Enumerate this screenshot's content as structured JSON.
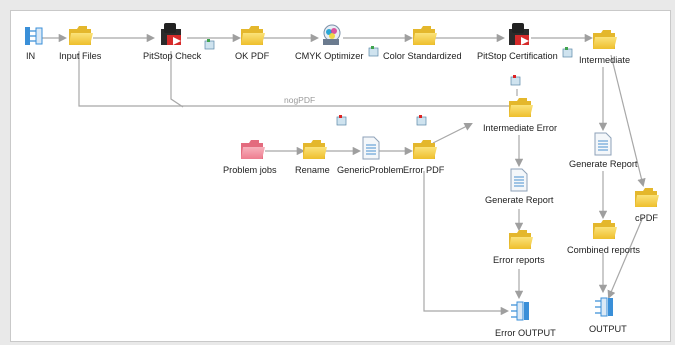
{
  "workflow": {
    "nodes": {
      "in": {
        "label": "IN",
        "icon": "network-input-icon"
      },
      "input_files": {
        "label": "Input Files",
        "icon": "folder-icon"
      },
      "pitstop_check": {
        "label": "PitStop Check",
        "icon": "pitstop-app-icon"
      },
      "ok_pdf": {
        "label": "OK PDF",
        "icon": "folder-icon"
      },
      "cmyk_optimizer": {
        "label": "CMYK Optimizer",
        "icon": "optimizer-app-icon"
      },
      "color_standardized": {
        "label": "Color Standardized",
        "icon": "folder-icon"
      },
      "pitstop_certification": {
        "label": "PitStop Certification",
        "icon": "pitstop-app-icon"
      },
      "intermediate": {
        "label": "Intermediate",
        "icon": "folder-icon"
      },
      "intermediate_error": {
        "label": "Intermediate Error",
        "icon": "folder-icon"
      },
      "problem_jobs": {
        "label": "Problem jobs",
        "icon": "problem-folder-icon"
      },
      "rename": {
        "label": "Rename",
        "icon": "folder-icon"
      },
      "generic_problem": {
        "label": "GenericProblem",
        "icon": "document-icon"
      },
      "error_pdf": {
        "label": "Error PDF",
        "icon": "folder-icon"
      },
      "generate_report_error": {
        "label": "Generate Report",
        "icon": "document-icon"
      },
      "error_reports": {
        "label": "Error reports",
        "icon": "folder-icon"
      },
      "error_output": {
        "label": "Error OUTPUT",
        "icon": "network-output-icon"
      },
      "generate_report": {
        "label": "Generate Report",
        "icon": "document-icon"
      },
      "combined_reports": {
        "label": "Combined reports",
        "icon": "folder-icon"
      },
      "cpdf": {
        "label": "cPDF",
        "icon": "folder-icon"
      },
      "output": {
        "label": "OUTPUT",
        "icon": "network-output-icon"
      }
    },
    "connection_labels": {
      "nogpdf": "nogPDF"
    },
    "colors": {
      "folder": "#f2c93a",
      "problem_folder": "#f28a9a",
      "edge": "#a8a8a8",
      "network_icon": "#3a8fd8"
    }
  }
}
